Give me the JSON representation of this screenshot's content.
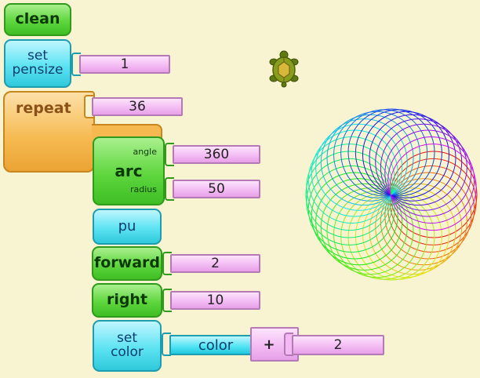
{
  "blocks": {
    "clean": "clean",
    "set_pensize": "set\npensize",
    "repeat": "repeat",
    "arc": "arc",
    "arc_angle": "angle",
    "arc_radius": "radius",
    "pu": "pu",
    "forward": "forward",
    "right": "right",
    "set_color": "set\ncolor",
    "color": "color",
    "plus": "+"
  },
  "inputs": {
    "pensize": "1",
    "repeat_count": "36",
    "arc_angle": "360",
    "arc_radius": "50",
    "forward": "2",
    "right": "10",
    "color_add": "2"
  },
  "canvas": {
    "turtle_icon": "turtle-icon",
    "drawing": "rainbow-spirograph",
    "circle_count": 36,
    "pensize": 1
  },
  "colors": {
    "background": "#f8f3d0",
    "command_block": "#5fd63e",
    "flow_block": "#f5b94f",
    "pen_block": "#5de3f2",
    "number_input": "#f2b9f2",
    "turtle_shell": "#7a8a1c"
  }
}
